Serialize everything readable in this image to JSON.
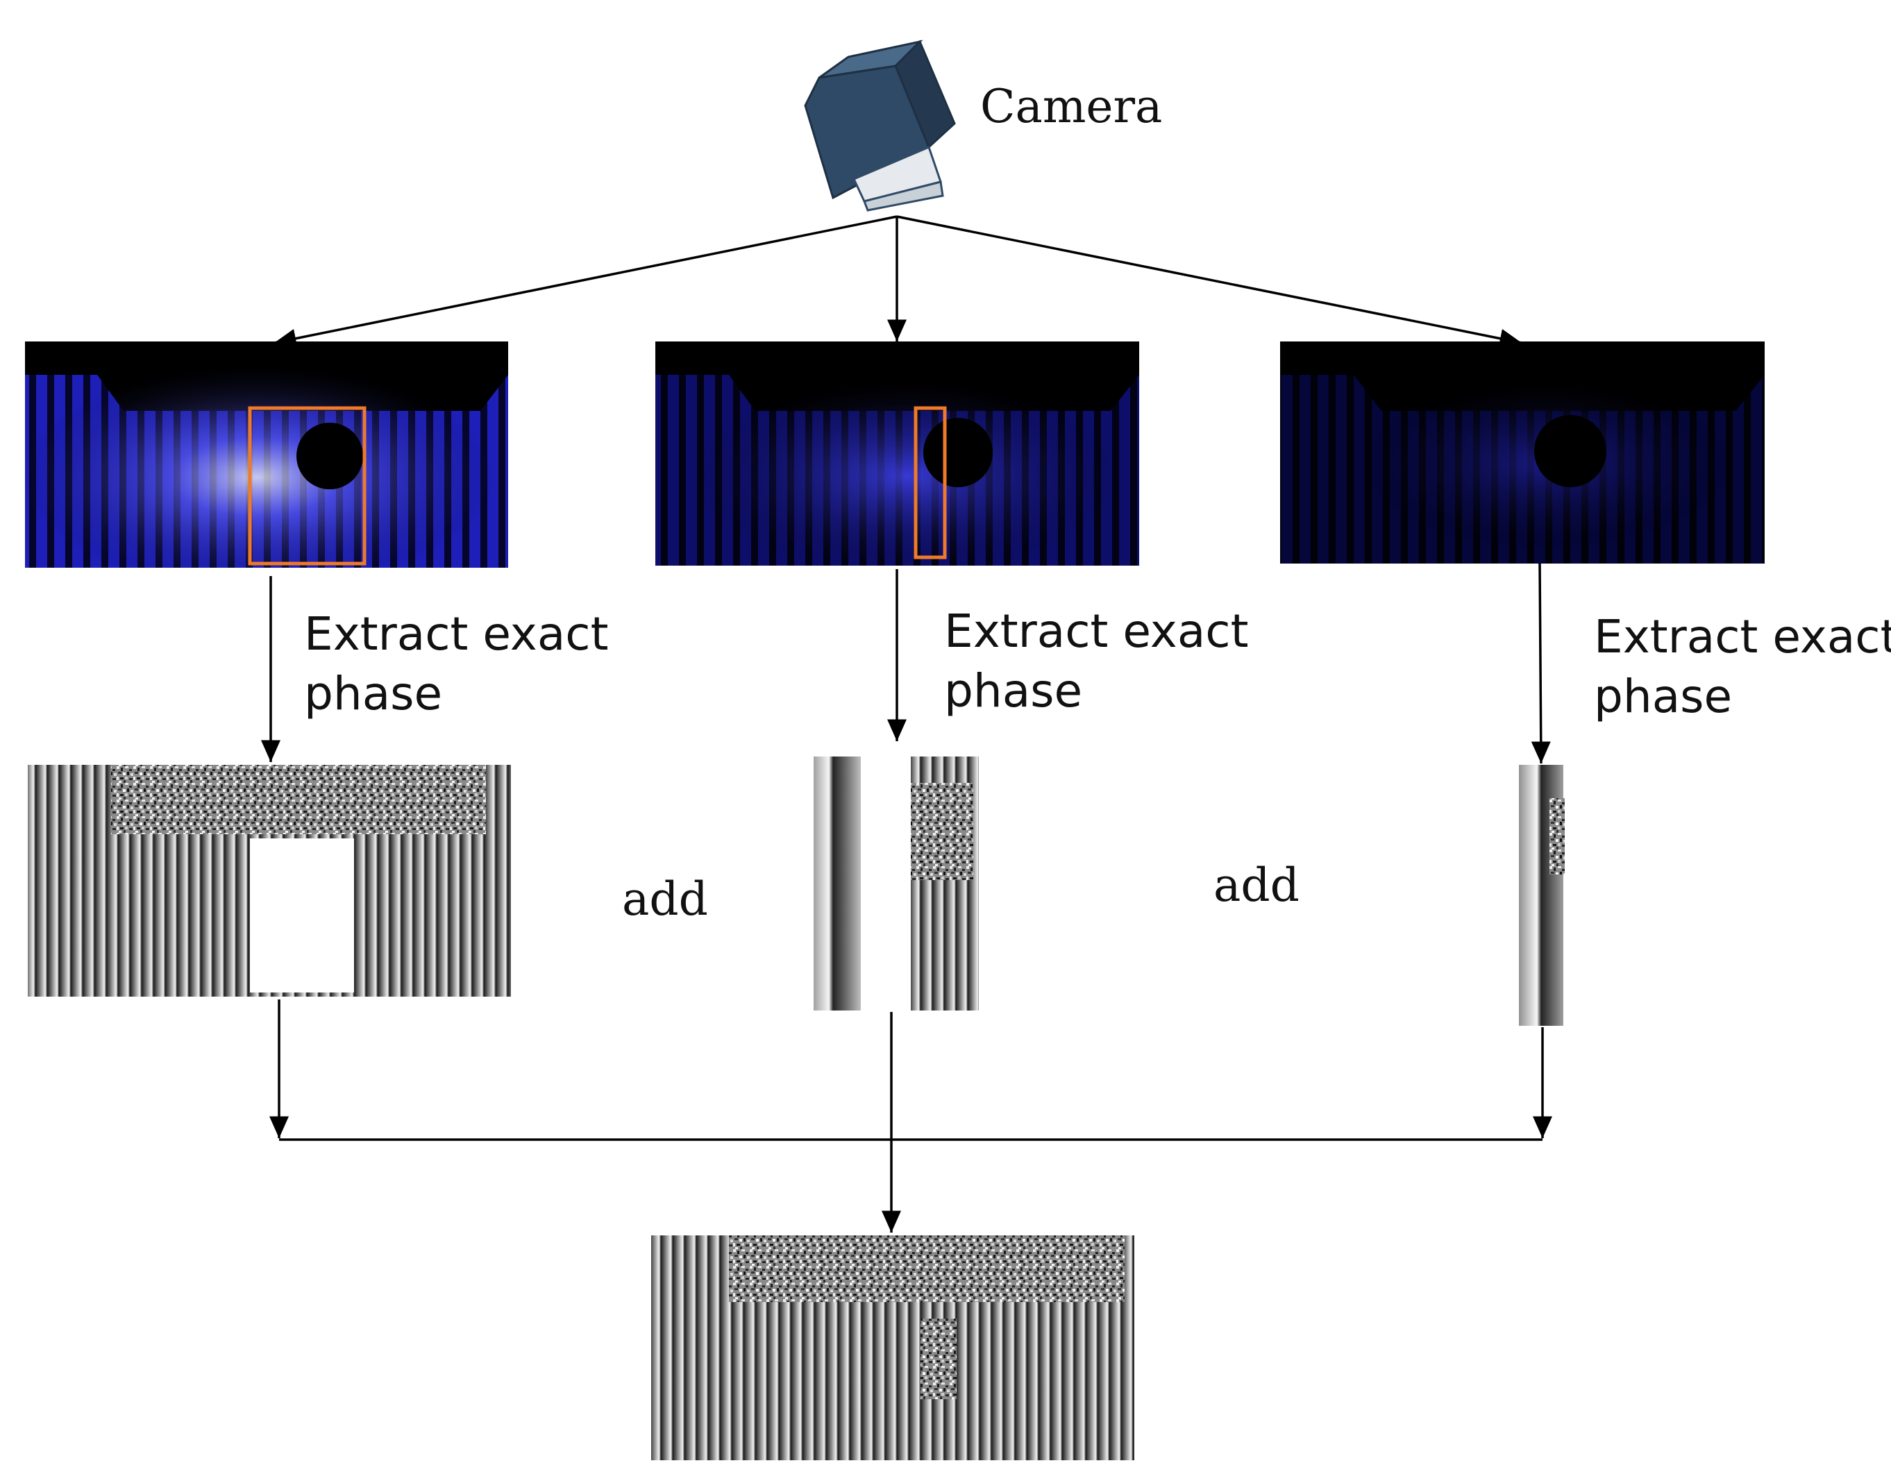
{
  "camera_label": "Camera",
  "extract_label_line1": "Extract exact",
  "extract_label_line2": "phase",
  "add_label": "add",
  "colors": {
    "fringe_blue": "#3a3cff",
    "highlight_box": "#f07a2a",
    "camera_body": "#2f4a66",
    "arrow": "#000000"
  },
  "icons": [
    "camera-icon",
    "arrow-icon"
  ]
}
